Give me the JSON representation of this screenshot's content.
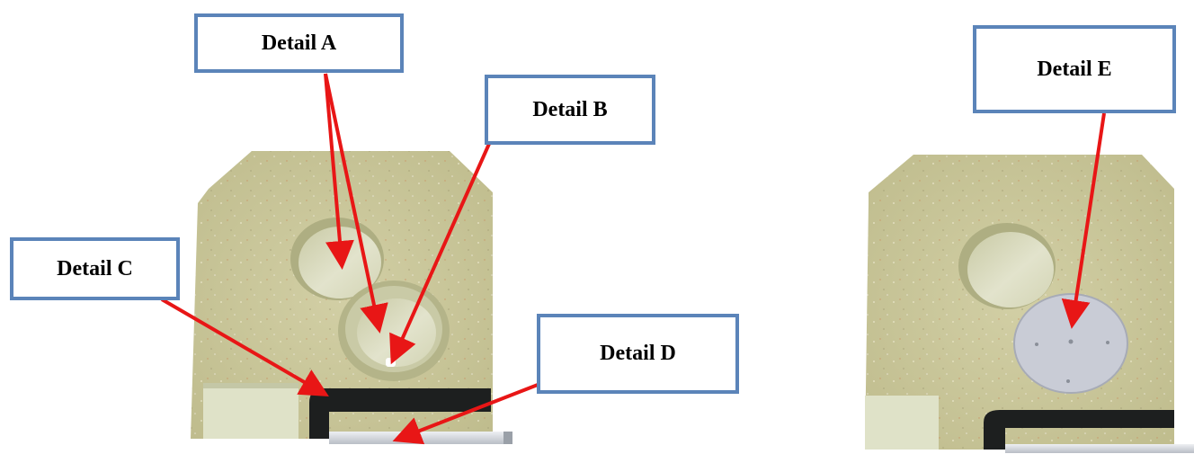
{
  "labels": {
    "detail_a": "Detail A",
    "detail_b": "Detail B",
    "detail_c": "Detail C",
    "detail_d": "Detail D",
    "detail_e": "Detail E"
  },
  "colors": {
    "box_border": "#5b84b9",
    "arrow": "#e81616",
    "concrete": "#c9c79a",
    "recess": "#d8d9bf",
    "gasket": "#1d1f1f",
    "plate": "#c9ccd6"
  },
  "icons": {
    "arrow": "red-arrow-icon"
  }
}
